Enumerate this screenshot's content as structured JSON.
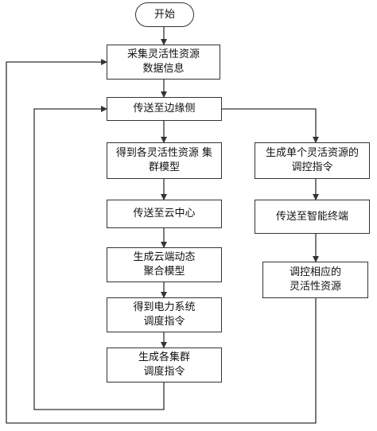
{
  "diagram": {
    "type": "flowchart",
    "colors": {
      "line": "#333333",
      "box_border": "#333333",
      "text": "#111111",
      "background": "#ffffff"
    },
    "nodes": {
      "start": "开始",
      "collect": "采集灵活性资源\n数据信息",
      "edge": "传送至边缘侧",
      "cluster_model": "得到各灵活性资源 集\n群模型",
      "cloud": "传送至云中心",
      "aggregate": "生成云端动态\n聚合模型",
      "power_cmd": "得到电力系统\n调度指令",
      "cluster_cmd": "生成各集群\n调度指令",
      "single_cmd": "生成单个灵活资源的\n调控指令",
      "terminal": "传送至智能终端",
      "adjust": "调控相应的\n灵活性资源"
    },
    "edges": [
      [
        "start",
        "collect"
      ],
      [
        "collect",
        "edge"
      ],
      [
        "edge",
        "cluster_model"
      ],
      [
        "cluster_model",
        "cloud"
      ],
      [
        "cloud",
        "aggregate"
      ],
      [
        "aggregate",
        "power_cmd"
      ],
      [
        "power_cmd",
        "cluster_cmd"
      ],
      [
        "cluster_cmd",
        "edge"
      ],
      [
        "edge",
        "single_cmd"
      ],
      [
        "single_cmd",
        "terminal"
      ],
      [
        "terminal",
        "adjust"
      ],
      [
        "adjust",
        "collect"
      ]
    ]
  }
}
